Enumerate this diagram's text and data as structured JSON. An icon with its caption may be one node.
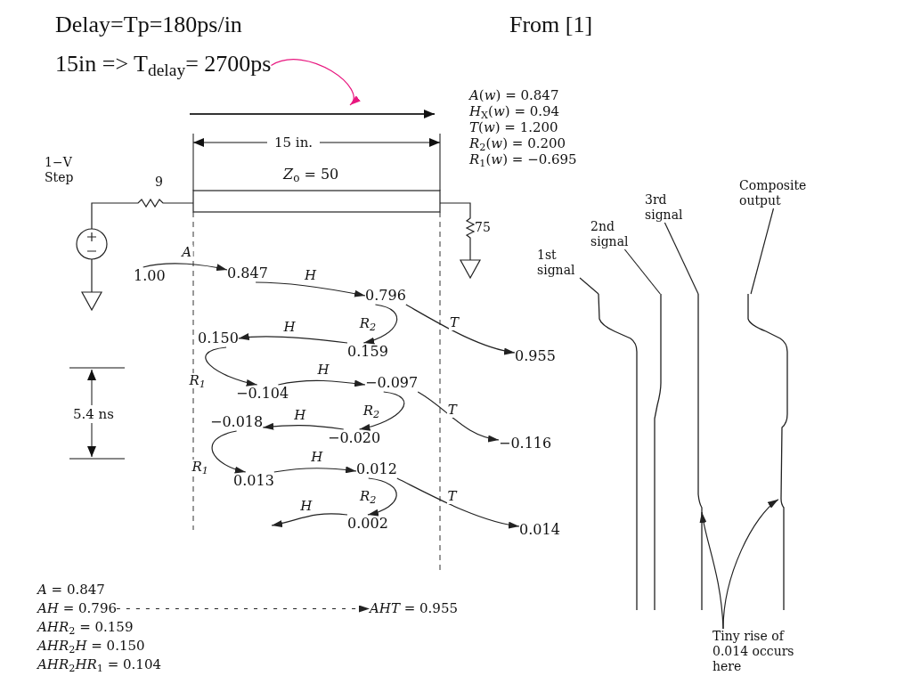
{
  "diagram": {
    "nodes": [
      {
        "text": [
          "15in => T$_{delay}$= 2700ps"
        ]
      },
      {
        "text": [
          "1.00"
        ]
      },
      {
        "text": [
          "0.847"
        ]
      },
      {
        "text": [
          "0.796"
        ]
      },
      {
        "text": [
          "0.159"
        ]
      },
      {
        "text": [
          "0.955"
        ]
      },
      {
        "text": [
          "0.150"
        ]
      },
      {
        "text": [
          "−0.104"
        ]
      },
      {
        "text": [
          "−0.097"
        ]
      },
      {
        "text": [
          "−0.020"
        ]
      },
      {
        "text": [
          "−0.116"
        ]
      },
      {
        "text": [
          "−0.018"
        ]
      },
      {
        "text": [
          "0.013"
        ]
      },
      {
        "text": [
          "0.012"
        ]
      },
      {
        "text": [
          "0.002"
        ]
      },
      {
        "text": [
          "0.014"
        ]
      },
      {
        "text": [
          "1st signal"
        ]
      },
      {
        "text": [
          "2nd signal"
        ]
      },
      {
        "text": [
          "3rd signal"
        ]
      },
      {
        "text": [
          "Composite output"
        ]
      },
      {
        "text": [],
        "shape": "waveform"
      },
      {
        "text": [],
        "shape": "waveform"
      },
      {
        "text": [],
        "shape": "waveform"
      },
      {
        "text": [],
        "shape": "waveform"
      },
      {
        "text": [
          "Tiny rise of 0.014 occurs here"
        ]
      },
      {
        "text": [
          "*AH* = 0.796"
        ]
      },
      {
        "text": [
          "*AHT* = 0.955"
        ]
      }
    ],
    "edges": [
      {
        "from": 1,
        "to": 2,
        "arrow": "to",
        "label": "A"
      },
      {
        "from": 2,
        "to": 3,
        "arrow": "to",
        "label": "H"
      },
      {
        "from": 3,
        "to": 4,
        "arrow": "to",
        "label": "R$_{2}$"
      },
      {
        "from": 3,
        "to": 5,
        "arrow": "to",
        "label": "T"
      },
      {
        "from": 4,
        "to": 6,
        "arrow": "to",
        "label": "H"
      },
      {
        "from": 6,
        "to": 7,
        "arrow": "to",
        "label": "R$_{1}$"
      },
      {
        "from": 7,
        "to": 8,
        "arrow": "to",
        "label": "H"
      },
      {
        "from": 8,
        "to": 9,
        "arrow": "to",
        "label": "R$_{2}$"
      },
      {
        "from": 8,
        "to": 10,
        "arrow": "to",
        "label": "T"
      },
      {
        "from": 9,
        "to": 11,
        "arrow": "to",
        "label": "H"
      },
      {
        "from": 11,
        "to": 12,
        "arrow": "to",
        "label": "R$_{1}$"
      },
      {
        "from": 12,
        "to": 13,
        "arrow": "to",
        "label": "H"
      },
      {
        "from": 13,
        "to": 14,
        "arrow": "to",
        "label": "R$_{2}$"
      },
      {
        "from": 13,
        "to": 15,
        "arrow": "to",
        "label": "T"
      },
      {
        "from": 14,
        "to": null,
        "arrow": "to",
        "label": "H"
      },
      {
        "from": 0,
        "to": null,
        "arrow": "to",
        "color": "#e8177f"
      },
      {
        "from": 25,
        "to": 26,
        "arrow": "to",
        "style": "dashed"
      },
      {
        "from": 16,
        "to": 20,
        "arrow": "none"
      },
      {
        "from": 17,
        "to": 21,
        "arrow": "none"
      },
      {
        "from": 18,
        "to": 22,
        "arrow": "none"
      },
      {
        "from": 19,
        "to": 23,
        "arrow": "none"
      },
      {
        "from": 24,
        "to": 22,
        "arrow": "to"
      },
      {
        "from": 24,
        "to": 23,
        "arrow": "to"
      }
    ],
    "labels": [
      "Delay=Tp=180ps/in",
      "From [1]",
      "*A*(*w*) = 0.847",
      "*H*$_{X}$(*w*) = 0.94",
      "*T*(*w*) = 1.200",
      "*R*$_{2}$(*w*) = 0.200",
      "*R*$_{1}$(*w*) = −0.695",
      "15 in.",
      "1−V Step",
      "9",
      "*Z*$_{o}$ = 50",
      "75",
      "5.4 ns",
      "*A* = 0.847",
      "*AHR*$_{2}$ = 0.159",
      "*AHR*$_{2}$*H* = 0.150",
      "*AHR*$_{2}$*HR*$_{1}$ = 0.104"
    ]
  }
}
